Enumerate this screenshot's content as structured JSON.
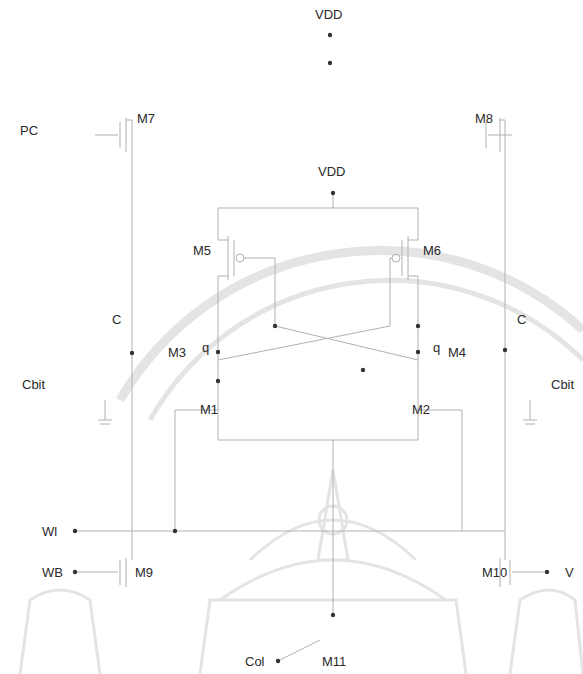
{
  "diagram": {
    "labels": [
      "VDD",
      "PC",
      "M7",
      "M8",
      "VDD",
      "M5",
      "M6",
      "C",
      "C",
      "M3",
      "q",
      "q",
      "M4",
      "Cbit",
      "Cbit",
      "M1",
      "M2",
      "Wl",
      "WB",
      "M9",
      "M10",
      "V",
      "Col",
      "M11"
    ]
  }
}
